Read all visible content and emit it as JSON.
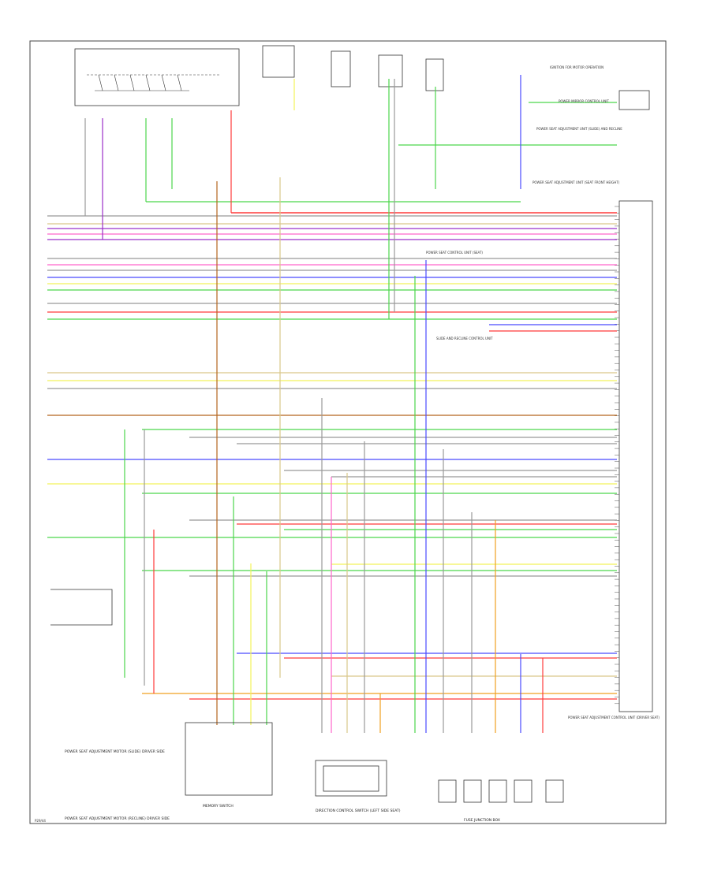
{
  "diagram": {
    "top_right_labels": [
      "IGNITION FOR MOTOR OPERATION",
      "POWER MIRROR CONTROL UNIT",
      "POWER SEAT ADJUSTMENT UNIT (SLIDE) AND RECLINE",
      "POWER SEAT ADJUSTMENT UNIT (SEAT FRONT HEIGHT)"
    ],
    "mid_labels": [
      "POWER SEAT CONTROL UNIT (SEAT)",
      "SLIDE AND RECLINE CONTROL UNIT"
    ],
    "bottom_labels": {
      "left_motor_1": "POWER SEAT ADJUSTMENT MOTOR (SLIDE) DRIVER SIDE",
      "left_motor_2": "POWER SEAT ADJUSTMENT MOTOR (RECLINE) DRIVER SIDE",
      "memory_switch": "MEMORY SWITCH",
      "center_connector": "DIRECTION CONTROL SWITCH (LEFT SIDE SEAT)",
      "fuse_junction": "FUSE JUNCTION BOX",
      "right_unit": "POWER SEAT ADJUSTMENT CONTROL UNIT (DRIVER SEAT)"
    },
    "corner_label": "P29/44"
  },
  "colors": {
    "frame": "#444444",
    "wire_red": "#ff3b3b",
    "wire_green": "#4cd64c",
    "wire_blue": "#4a4aff",
    "wire_yellow": "#f2f25a",
    "wire_pink": "#ff66cc",
    "wire_brown": "#b5651d",
    "wire_purple": "#9b30c9",
    "wire_orange": "#f0a020",
    "wire_gray": "#999999",
    "wire_tan": "#d9c78a"
  }
}
